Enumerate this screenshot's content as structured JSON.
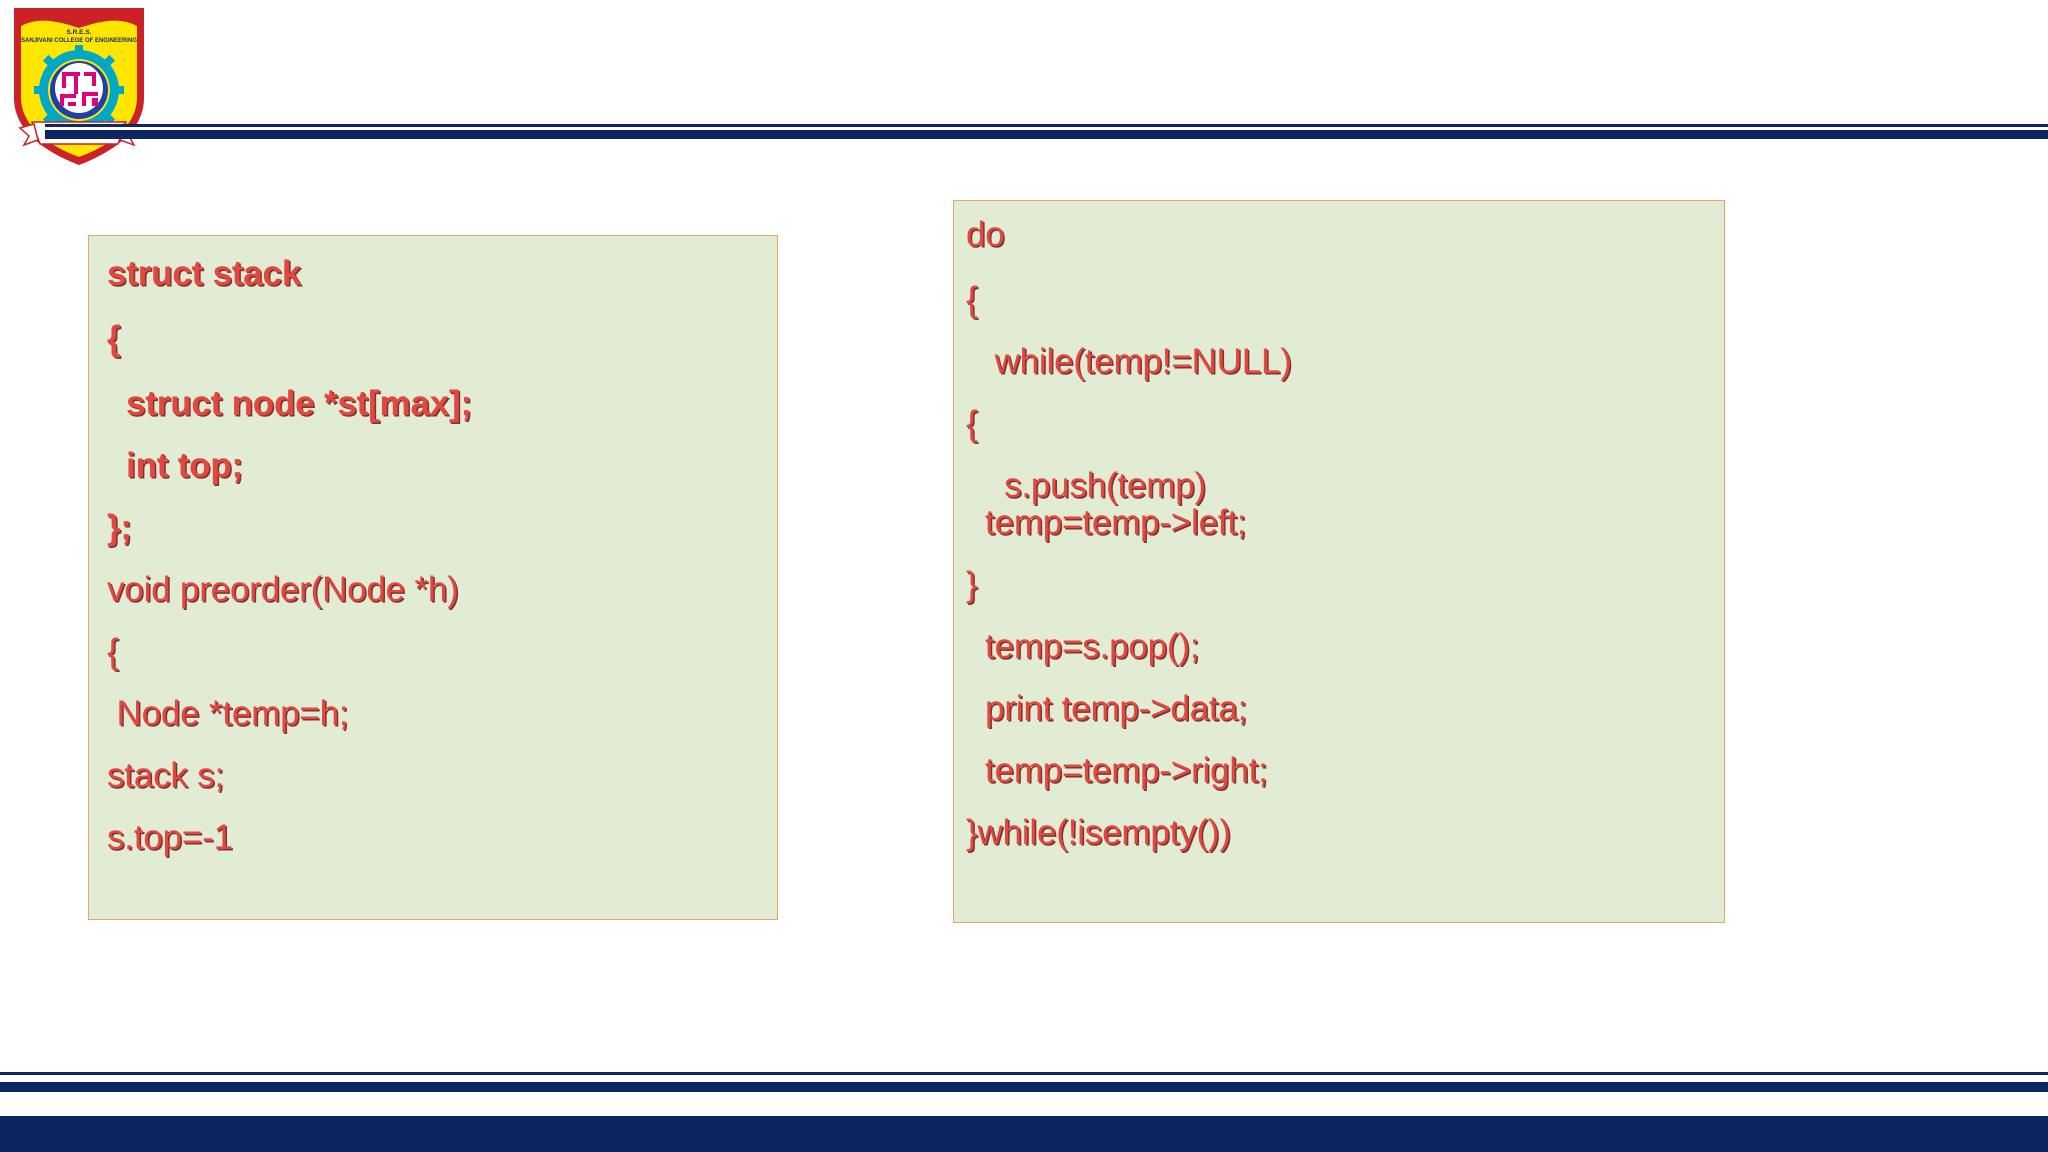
{
  "slide": {
    "background_color": "#ffffff",
    "accent_navy": "#0c2461",
    "code_text_color": "#e1483f",
    "code_shadow_color": "#6e1414",
    "code_box_bg": "#e2ecd4",
    "code_box_border": "#e8a465"
  },
  "logo": {
    "name": "sanjivani-college-crest",
    "line1": "S.R.E.S.",
    "line2": "SANJIVANI COLLEGE OF ENGINEERING",
    "ribbon_text": "",
    "colors": {
      "shield_fill": "#ffe600",
      "shield_border": "#cc2127",
      "gear": "#00a8c8",
      "inner_circle": "#1e3fae",
      "emblem": "#e2007a",
      "ribbon": "#ffffff"
    }
  },
  "code_left": {
    "name": "stack-struct-and-preorder-declaration",
    "lines": [
      {
        "text": "struct stack",
        "bold": true,
        "spacing": "lg"
      },
      {
        "text": "{",
        "bold": true,
        "spacing": "lg"
      },
      {
        "text": "  struct node *st[max];",
        "bold": true,
        "spacing": "md"
      },
      {
        "text": "  int top;",
        "bold": true,
        "spacing": "md"
      },
      {
        "text": "};",
        "bold": true,
        "spacing": "md"
      },
      {
        "text": "void preorder(Node *h)",
        "bold": false,
        "spacing": "md"
      },
      {
        "text": "{",
        "bold": false,
        "spacing": "md"
      },
      {
        "text": " Node *temp=h;",
        "bold": false,
        "spacing": "md"
      },
      {
        "text": "stack s;",
        "bold": false,
        "spacing": "md"
      },
      {
        "text": "s.top=-1",
        "bold": false,
        "spacing": "md"
      }
    ]
  },
  "code_right": {
    "name": "preorder-traversal-do-while-body",
    "lines": [
      {
        "text": "do",
        "bold": false,
        "spacing": "lg"
      },
      {
        "text": "{",
        "bold": false,
        "spacing": "md"
      },
      {
        "text": "   while(temp!=NULL)",
        "bold": false,
        "spacing": "md"
      },
      {
        "text": "{",
        "bold": false,
        "spacing": "md"
      },
      {
        "text": "    s.push(temp)",
        "bold": false,
        "spacing": "xs"
      },
      {
        "text": "  temp=temp->left;",
        "bold": false,
        "spacing": "md"
      },
      {
        "text": "}",
        "bold": false,
        "spacing": "md"
      },
      {
        "text": "  temp=s.pop();",
        "bold": false,
        "spacing": "md"
      },
      {
        "text": "  print temp->data;",
        "bold": false,
        "spacing": "md"
      },
      {
        "text": "  temp=temp->right;",
        "bold": false,
        "spacing": "md"
      },
      {
        "text": "}while(!isempty())",
        "bold": false,
        "spacing": "md"
      }
    ]
  }
}
